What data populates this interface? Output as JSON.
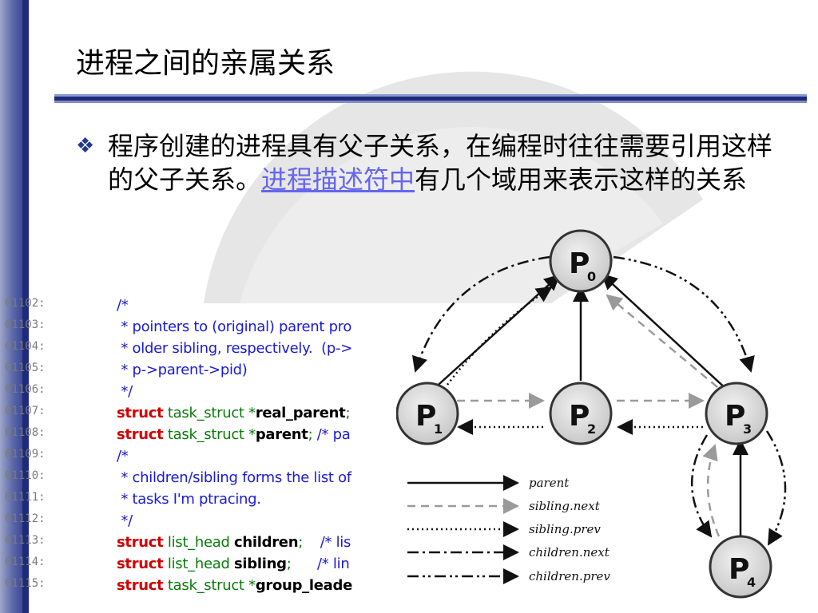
{
  "slide": {
    "title": "进程之间的亲属关系",
    "bullet_text_1": "程序创建的进程具有父子关系，在编程时往往需要引用这样的父子关系。",
    "bullet_link": "进程描述符中",
    "bullet_text_2": "有几个域用来表示这样的关系"
  },
  "code": {
    "lines": [
      {
        "num": "01102:",
        "parts": [
          {
            "t": "/*",
            "c": "cm"
          }
        ]
      },
      {
        "num": "01103:",
        "parts": [
          {
            "t": " * pointers to (original) parent pro",
            "c": "cm"
          }
        ]
      },
      {
        "num": "01104:",
        "parts": [
          {
            "t": " * older sibling, respectively.  (p->",
            "c": "cm"
          }
        ]
      },
      {
        "num": "01105:",
        "parts": [
          {
            "t": " * p->parent->pid)",
            "c": "cm"
          }
        ]
      },
      {
        "num": "01106:",
        "parts": [
          {
            "t": " */",
            "c": "cm"
          }
        ]
      },
      {
        "num": "01107:",
        "parts": [
          {
            "t": "struct",
            "c": "kw"
          },
          {
            "t": " task_struct *",
            "c": "ty"
          },
          {
            "t": "real_parent",
            "c": "id"
          },
          {
            "t": ";",
            "c": "ty"
          }
        ]
      },
      {
        "num": "01108:",
        "parts": [
          {
            "t": "struct",
            "c": "kw"
          },
          {
            "t": " task_struct *",
            "c": "ty"
          },
          {
            "t": "parent",
            "c": "id"
          },
          {
            "t": "; ",
            "c": "ty"
          },
          {
            "t": "/* pa",
            "c": "cm"
          }
        ]
      },
      {
        "num": "01109:",
        "parts": [
          {
            "t": "/*",
            "c": "cm"
          }
        ]
      },
      {
        "num": "01110:",
        "parts": [
          {
            "t": " * children/sibling forms the list of",
            "c": "cm"
          }
        ]
      },
      {
        "num": "01111:",
        "parts": [
          {
            "t": " * tasks I'm ptracing.",
            "c": "cm"
          }
        ]
      },
      {
        "num": "01112:",
        "parts": [
          {
            "t": " */",
            "c": "cm"
          }
        ]
      },
      {
        "num": "01113:",
        "parts": [
          {
            "t": "struct",
            "c": "kw"
          },
          {
            "t": " list_head ",
            "c": "ty"
          },
          {
            "t": "children",
            "c": "id"
          },
          {
            "t": ";    ",
            "c": "ty"
          },
          {
            "t": "/* lis",
            "c": "cm"
          }
        ]
      },
      {
        "num": "01114:",
        "parts": [
          {
            "t": "struct",
            "c": "kw"
          },
          {
            "t": " list_head ",
            "c": "ty"
          },
          {
            "t": "sibling",
            "c": "id"
          },
          {
            "t": ";      ",
            "c": "ty"
          },
          {
            "t": "/* lin",
            "c": "cm"
          }
        ]
      },
      {
        "num": "01115:",
        "parts": [
          {
            "t": "struct",
            "c": "kw"
          },
          {
            "t": " task_struct *",
            "c": "ty"
          },
          {
            "t": "group_leade",
            "c": "id"
          }
        ]
      }
    ]
  },
  "diagram": {
    "nodes": [
      {
        "id": "P0",
        "base": "P",
        "sub": "0"
      },
      {
        "id": "P1",
        "base": "P",
        "sub": "1"
      },
      {
        "id": "P2",
        "base": "P",
        "sub": "2"
      },
      {
        "id": "P3",
        "base": "P",
        "sub": "3"
      },
      {
        "id": "P4",
        "base": "P",
        "sub": "4"
      }
    ],
    "legend": [
      {
        "label": "parent",
        "style": "solid"
      },
      {
        "label": "sibling.next",
        "style": "dashed"
      },
      {
        "label": "sibling.prev",
        "style": "dotted"
      },
      {
        "label": "children.next",
        "style": "dashdot"
      },
      {
        "label": "children.prev",
        "style": "dashdotdot"
      }
    ]
  },
  "colors": {
    "accent": "#1e2a7a",
    "link": "#6666ee",
    "keyword": "#d10000",
    "type": "#0a7a0a",
    "comment": "#1a1ad6"
  }
}
